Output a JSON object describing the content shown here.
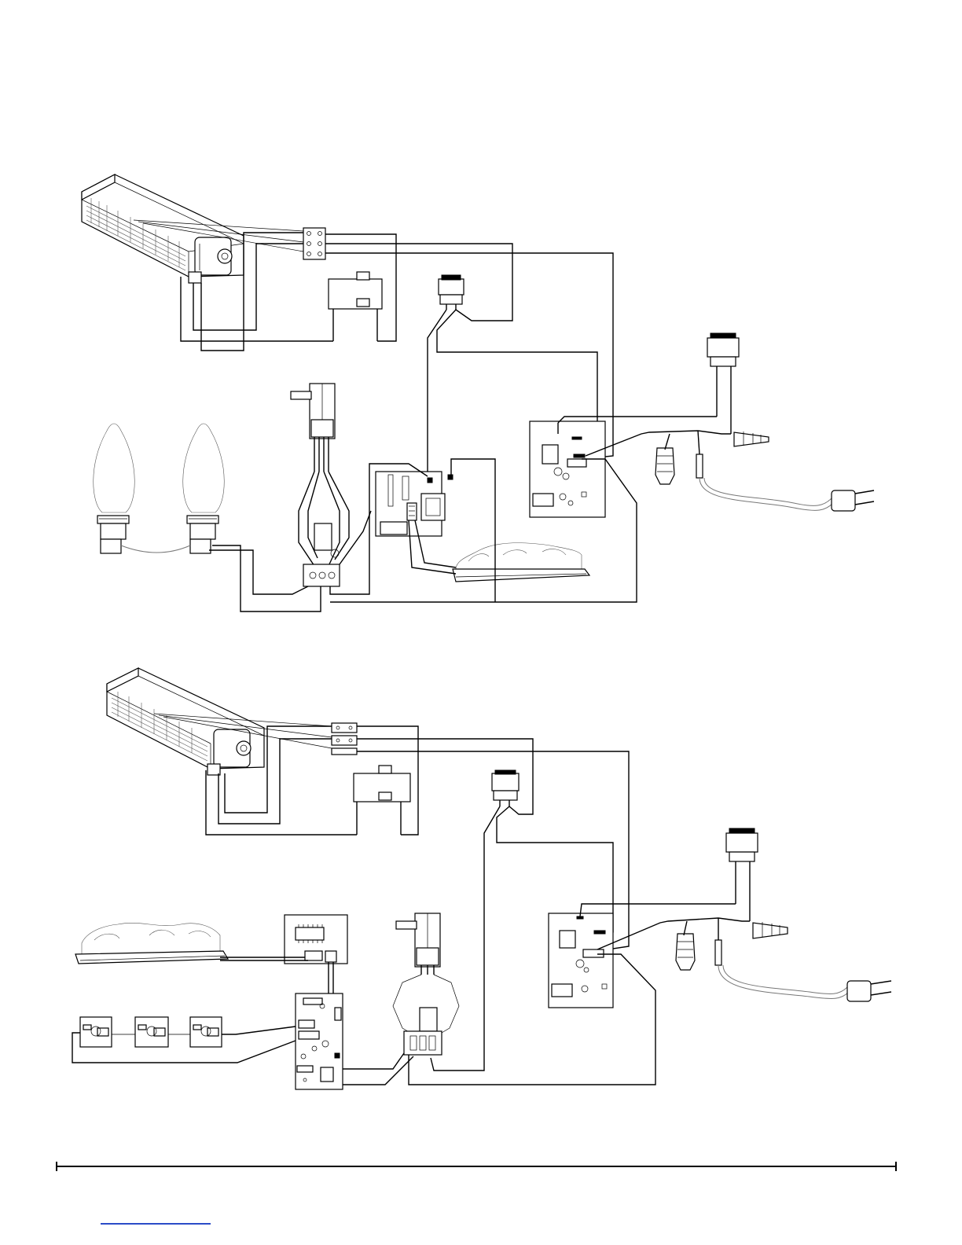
{
  "page": {
    "background": "#ffffff",
    "line_color": "#000000",
    "link_color": "#2b4cc7"
  },
  "diagrams": [
    {
      "components": [
        "heater-assembly",
        "terminal-block",
        "thermal-cutoff",
        "rocker-switch",
        "main-control-board",
        "power-rocker-switch",
        "wire-nuts",
        "power-cord",
        "flame-bulbs",
        "flicker-motor",
        "connector-block",
        "light-control-board",
        "ember-bed"
      ]
    },
    {
      "components": [
        "heater-assembly",
        "terminal-block",
        "thermal-cutoff",
        "rocker-switch",
        "main-control-board",
        "power-rocker-switch",
        "wire-nuts",
        "power-cord",
        "ember-bed",
        "led-control-board",
        "led-driver-board",
        "led-modules",
        "flicker-motor",
        "connector-block"
      ]
    }
  ],
  "icons": [
    "plug-icon",
    "switch-icon",
    "bulb-icon",
    "motor-icon"
  ]
}
